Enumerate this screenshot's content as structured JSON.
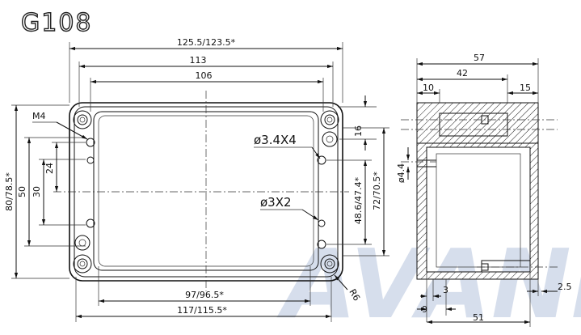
{
  "model": "G108",
  "front_view": {
    "dims": {
      "overall_width": "125.5/123.5*",
      "inner_113": "113",
      "inner_106": "106",
      "bottom_97": "97/96.5*",
      "bottom_117": "117/115.5*",
      "left_80": "80/78.5*",
      "left_50": "50",
      "left_30": "30",
      "left_24": "24",
      "right_16": "16",
      "right_48": "48.6/47.4*",
      "right_72": "72/70.5*",
      "radius": "R6"
    },
    "callouts": {
      "screw": "M4",
      "holes_a": "ø3.4X4",
      "holes_b": "ø3X2"
    }
  },
  "side_view": {
    "dims": {
      "depth_57": "57",
      "depth_42": "42",
      "d10": "10",
      "d15": "15",
      "d44": "ø4.4",
      "d3": "3",
      "d9": "9",
      "d51": "51",
      "d25": "2.5"
    }
  },
  "watermark": "AVANEN"
}
